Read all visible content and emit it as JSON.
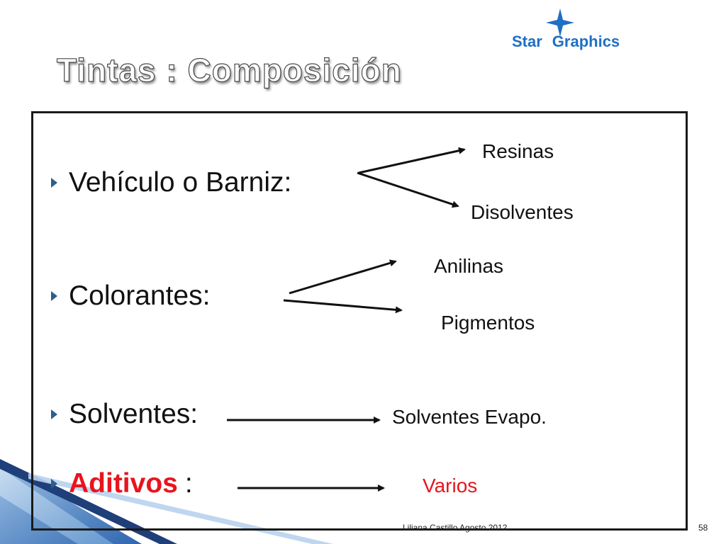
{
  "slide": {
    "title": "Tintas : Composición",
    "logo": {
      "word1": "Star",
      "word2": "Graphics",
      "icon": "four-point-star-icon",
      "brand_color": "#1f6fc4"
    },
    "bullets": [
      {
        "label": "Vehículo o Barniz:",
        "targets": [
          "Resinas",
          "Disolventes"
        ]
      },
      {
        "label": "Colorantes:",
        "targets": [
          "Anilinas",
          "Pigmentos"
        ]
      },
      {
        "label": "Solventes:",
        "targets": [
          "Solventes Evapo."
        ]
      },
      {
        "label": "Aditivos",
        "suffix": ":",
        "targets": [
          "Varios"
        ],
        "accent_color": "#e8141e"
      }
    ],
    "footer": "Liliana Castillo Agosto 2012",
    "page_number": "58"
  }
}
